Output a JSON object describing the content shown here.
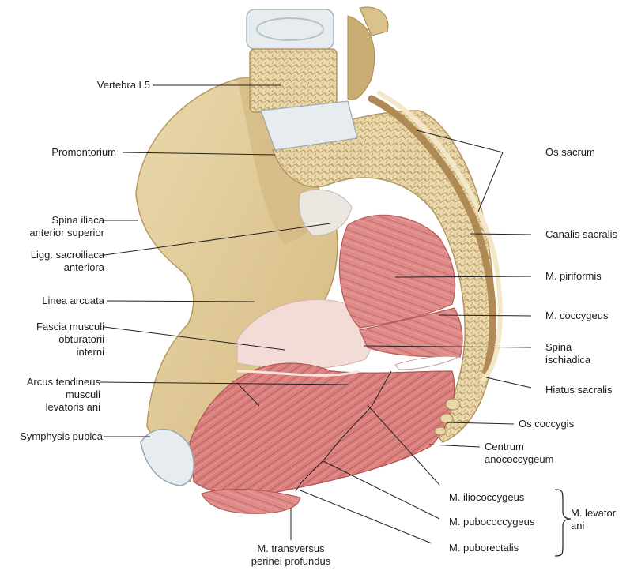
{
  "labels": {
    "vertebra_l5": "Vertebra L5",
    "promontorium": "Promontorium",
    "spina_iliaca": "Spina iliaca\nanterior superior",
    "ligg_sacroiliaca": "Ligg. sacroiliaca\nanteriora",
    "linea_arcuata": "Linea arcuata",
    "fascia_obturatorii": "Fascia musculi\nobturatorii\ninterni",
    "arcus_tendineus": "Arcus tendineus\nmusculi\nlevatoris ani",
    "symphysis_pubica": "Symphysis pubica",
    "os_sacrum": "Os sacrum",
    "canalis_sacralis": "Canalis sacralis",
    "m_piriformis": "M. piriformis",
    "m_coccygeus": "M. coccygeus",
    "spina_ischiadica": "Spina\nischiadica",
    "hiatus_sacralis": "Hiatus sacralis",
    "os_coccygis": "Os coccygis",
    "centrum_anococcygeum": "Centrum\nanococcygeum",
    "m_iliococcygeus": "M. iliococcygeus",
    "m_pubococcygeus": "M. pubococcygeus",
    "m_puborectalis": "M. puborectalis",
    "m_levator_ani": "M. levator\nani",
    "m_transversus": "M. transversus\nperinei profundus"
  },
  "colors": {
    "bone": "#e3cf9f",
    "bone_shadow": "#c9ad72",
    "cortex": "#f3e7c8",
    "disc": "#e6ecef",
    "muscle": "#dd8a88",
    "muscle_dark": "#c56866",
    "muscle_light": "#f0c8c6",
    "fascia": "#f3dcd8",
    "leader": "#222222"
  }
}
